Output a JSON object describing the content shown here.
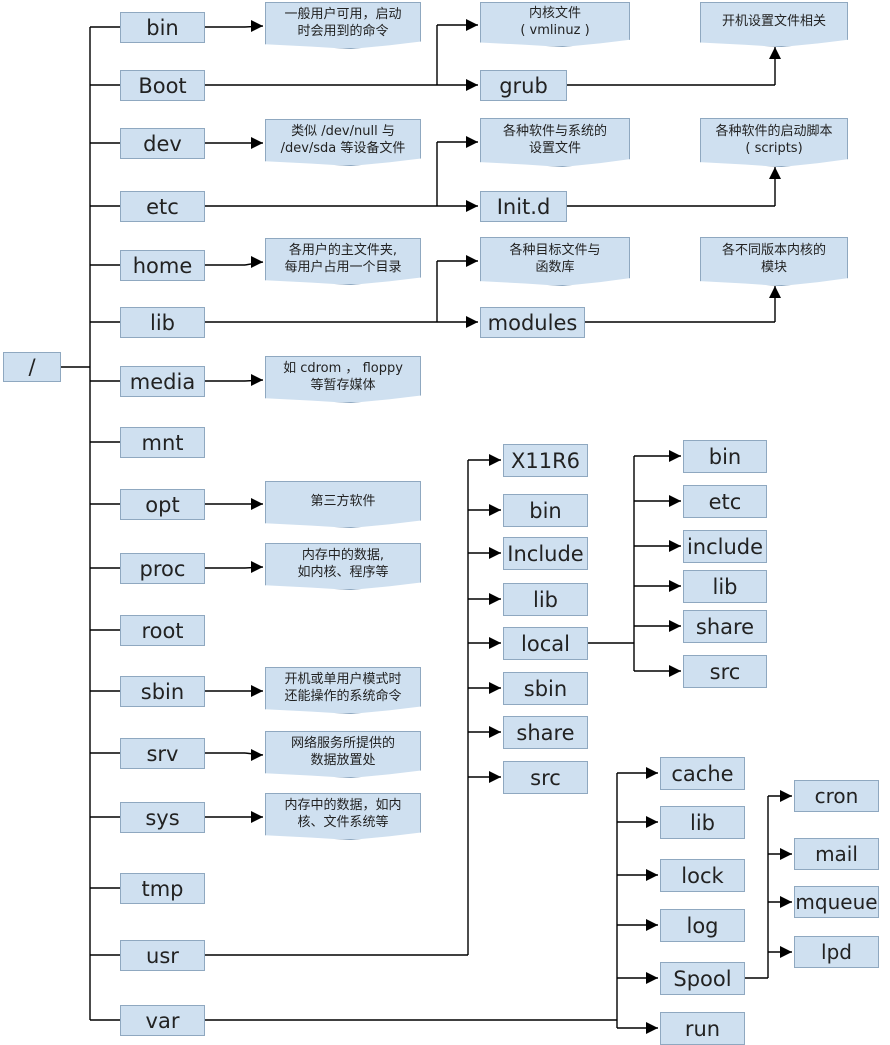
{
  "root": "/",
  "level1": [
    "bin",
    "Boot",
    "dev",
    "etc",
    "home",
    "lib",
    "media",
    "mnt",
    "opt",
    "proc",
    "root",
    "sbin",
    "srv",
    "sys",
    "tmp",
    "usr",
    "var"
  ],
  "notes": {
    "bin": [
      "一般用户可用，启动",
      "时会用到的命令"
    ],
    "dev": [
      "类似 /dev/null 与",
      "/dev/sda 等设备文件"
    ],
    "home": [
      "各用户的主文件夹,",
      "每用户占用一个目录"
    ],
    "media": [
      "如 cdrom ，  floppy",
      "等暂存媒体"
    ],
    "opt": [
      "第三方软件"
    ],
    "proc": [
      "内存中的数据,",
      "如内核、程序等"
    ],
    "sbin": [
      "开机或单用户模式时",
      "还能操作的系统命令"
    ],
    "srv": [
      "网络服务所提供的",
      "数据放置处"
    ],
    "sys": [
      "内存中的数据，如内",
      "核、文件系统等"
    ]
  },
  "boot_children": {
    "note": [
      "内核文件",
      "( vmlinuz )"
    ],
    "grub": "grub",
    "grub_note": [
      "开机设置文件相关"
    ]
  },
  "etc_children": {
    "note": [
      "各种软件与系统的",
      "设置文件"
    ],
    "initd": "Init.d",
    "initd_note": [
      "各种软件的启动脚本",
      "( scripts)"
    ]
  },
  "lib_children": {
    "note": [
      "各种目标文件与",
      "函数库"
    ],
    "modules": "modules",
    "modules_note": [
      "各不同版本内核的",
      "模块"
    ]
  },
  "usr_children": [
    "X11R6",
    "bin",
    "Include",
    "lib",
    "local",
    "sbin",
    "share",
    "src"
  ],
  "local_children": [
    "bin",
    "etc",
    "include",
    "lib",
    "share",
    "src"
  ],
  "var_children": [
    "cache",
    "lib",
    "lock",
    "log",
    "Spool",
    "run"
  ],
  "spool_children": [
    "cron",
    "mail",
    "mqueue",
    "lpd"
  ],
  "colors": {
    "box_fill": "#cfe0f0",
    "box_border": "#8fa8c0",
    "line": "#000000"
  }
}
